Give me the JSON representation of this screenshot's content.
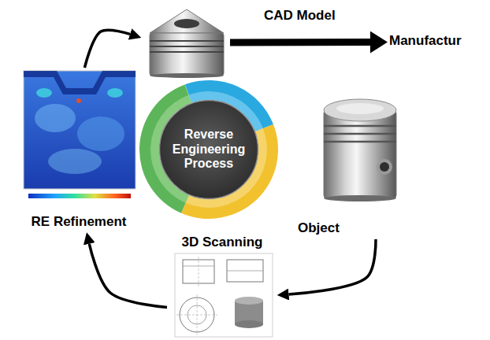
{
  "diagram": {
    "nodes": [
      {
        "text": [
          "CAD Model"
        ]
      },
      {
        "text": [
          "Manufactur"
        ]
      },
      {
        "text": [
          "Reverse Engineering Process"
        ]
      },
      {
        "text": [
          "Object"
        ]
      },
      {
        "text": [
          "RE Refinement"
        ]
      },
      {
        "text": [
          "3D Scanning"
        ]
      }
    ],
    "edges": [
      {
        "from": 0,
        "to": 1,
        "arrow": "to"
      },
      {
        "from": 3,
        "to": 5,
        "arrow": "to"
      },
      {
        "from": 5,
        "to": 4,
        "arrow": "to"
      },
      {
        "from": 4,
        "to": 0,
        "arrow": "to"
      }
    ]
  }
}
